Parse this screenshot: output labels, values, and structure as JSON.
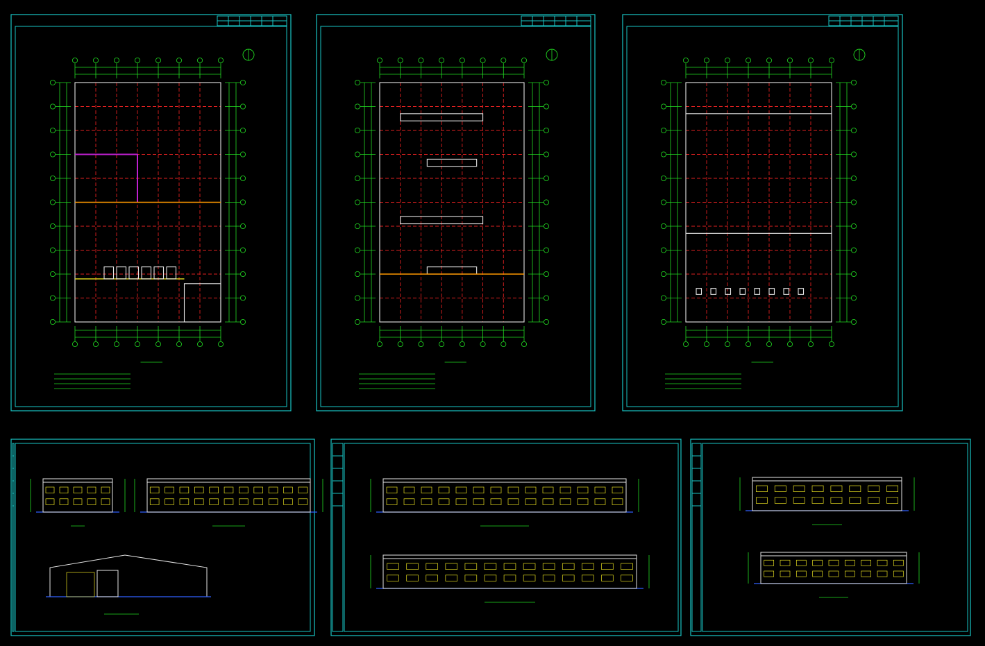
{
  "app": {
    "title": "",
    "background": "#000000"
  },
  "colors": {
    "frame": "#19c6c6",
    "grid_axis": "#e02020",
    "walls": "#e6e6e6",
    "dimensions": "#22dd22",
    "partitions": "#c020d0",
    "highlights": "#e8e020",
    "accent": "#ff9900",
    "ground_line": "#3060ff"
  },
  "icons": {
    "north_arrow": "north-arrow-icon"
  },
  "sheets": [
    {
      "id": "plan-1",
      "kind": "floor-plan",
      "caption": ""
    },
    {
      "id": "plan-2",
      "kind": "roof-plan",
      "caption": ""
    },
    {
      "id": "plan-3",
      "kind": "floor-plan",
      "caption": ""
    },
    {
      "id": "sections",
      "kind": "sections",
      "caption": ""
    },
    {
      "id": "elev-long",
      "kind": "elevations",
      "caption": ""
    },
    {
      "id": "elev-short",
      "kind": "elevations",
      "caption": ""
    }
  ]
}
